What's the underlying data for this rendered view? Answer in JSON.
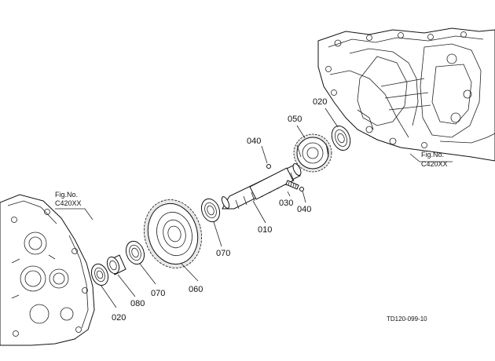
{
  "diagram": {
    "drawing_code": "TD120-099-10",
    "fig_refs": [
      {
        "id": "left",
        "line1": "Fig.No.",
        "line2": "C420XX"
      },
      {
        "id": "right",
        "line1": "Fig.No.",
        "line2": "C420XX"
      }
    ],
    "callouts": [
      {
        "id": "c020a",
        "text": "020"
      },
      {
        "id": "c050",
        "text": "050"
      },
      {
        "id": "c040a",
        "text": "040"
      },
      {
        "id": "c030",
        "text": "030"
      },
      {
        "id": "c040b",
        "text": "040"
      },
      {
        "id": "c010",
        "text": "010"
      },
      {
        "id": "c070a",
        "text": "070"
      },
      {
        "id": "c060",
        "text": "060"
      },
      {
        "id": "c070b",
        "text": "070"
      },
      {
        "id": "c080",
        "text": "080"
      },
      {
        "id": "c020b",
        "text": "020"
      }
    ]
  }
}
